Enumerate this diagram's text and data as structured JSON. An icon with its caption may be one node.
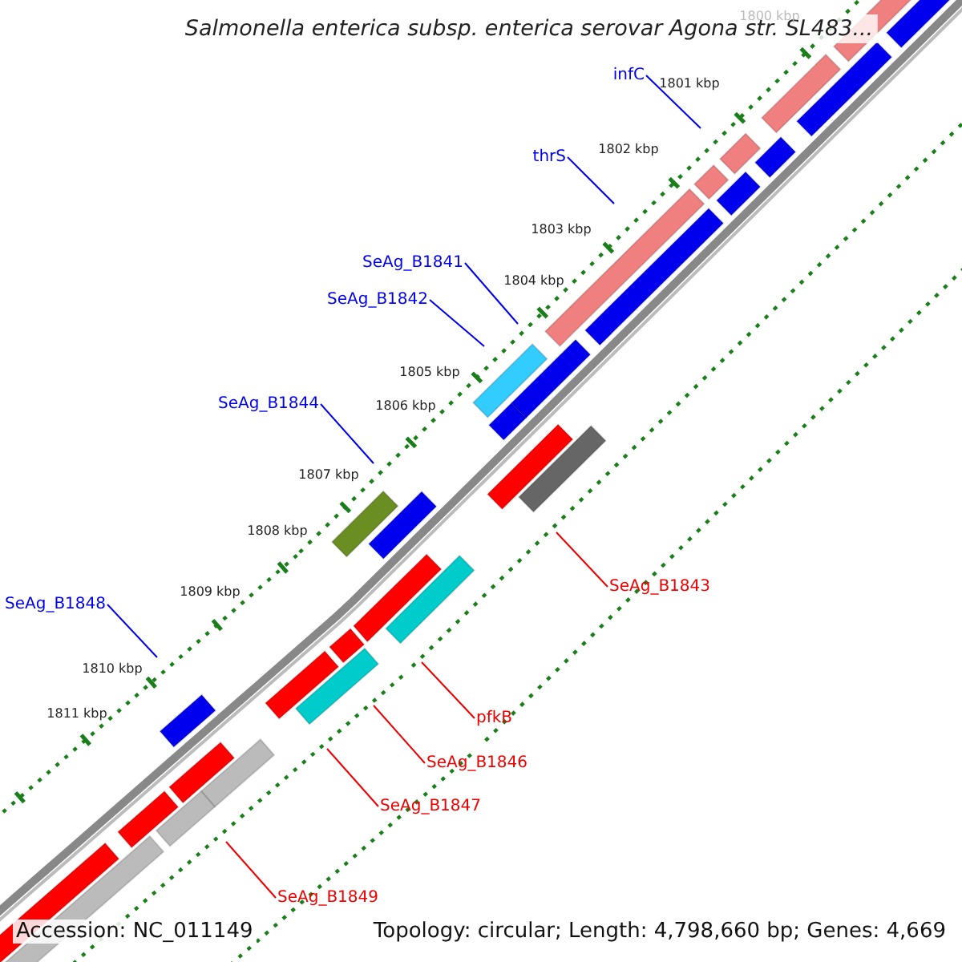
{
  "diagram": {
    "title": "Salmonella enterica subsp. enterica serovar Agona str. SL483...",
    "nodes": [
      {
        "text": [
          "infC"
        ]
      },
      {
        "text": [
          "thrS"
        ]
      },
      {
        "text": [
          "SeAg_B1841"
        ]
      },
      {
        "text": [
          "SeAg_B1842"
        ]
      },
      {
        "text": [
          "SeAg_B1844"
        ]
      },
      {
        "text": [
          "SeAg_B1843"
        ]
      },
      {
        "text": [
          "SeAg_B1848"
        ]
      },
      {
        "text": [
          "pfkB"
        ]
      },
      {
        "text": [
          "SeAg_B1846"
        ]
      },
      {
        "text": [
          "SeAg_B1847"
        ]
      },
      {
        "text": [
          "SeAg_B1849"
        ]
      }
    ],
    "edges": [
      {
        "from": 0,
        "to": null,
        "arrow": "none"
      },
      {
        "from": 1,
        "to": null,
        "arrow": "none"
      },
      {
        "from": 2,
        "to": null,
        "arrow": "none"
      },
      {
        "from": 3,
        "to": null,
        "arrow": "none"
      },
      {
        "from": 4,
        "to": null,
        "arrow": "none"
      },
      {
        "from": 5,
        "to": null,
        "arrow": "none",
        "color": "#ee0000"
      },
      {
        "from": 6,
        "to": null,
        "arrow": "none"
      },
      {
        "from": 7,
        "to": null,
        "arrow": "none",
        "color": "#ee0000"
      },
      {
        "from": 8,
        "to": null,
        "arrow": "none",
        "color": "#ee0000"
      },
      {
        "from": 9,
        "to": null,
        "arrow": "none",
        "color": "#ee0000"
      },
      {
        "from": 10,
        "to": null,
        "arrow": "none",
        "color": "#ee0000"
      }
    ],
    "labels": [
      "1800 kbp",
      "1801 kbp",
      "1802 kbp",
      "1803 kbp",
      "1804 kbp",
      "1805 kbp",
      "1806 kbp",
      "1807 kbp",
      "1808 kbp",
      "1809 kbp",
      "1810 kbp",
      "1811 kbp",
      "Accession: NC_011149",
      "Topology: circular; Length: 4,798,660 bp; Genes: 4,669"
    ]
  }
}
